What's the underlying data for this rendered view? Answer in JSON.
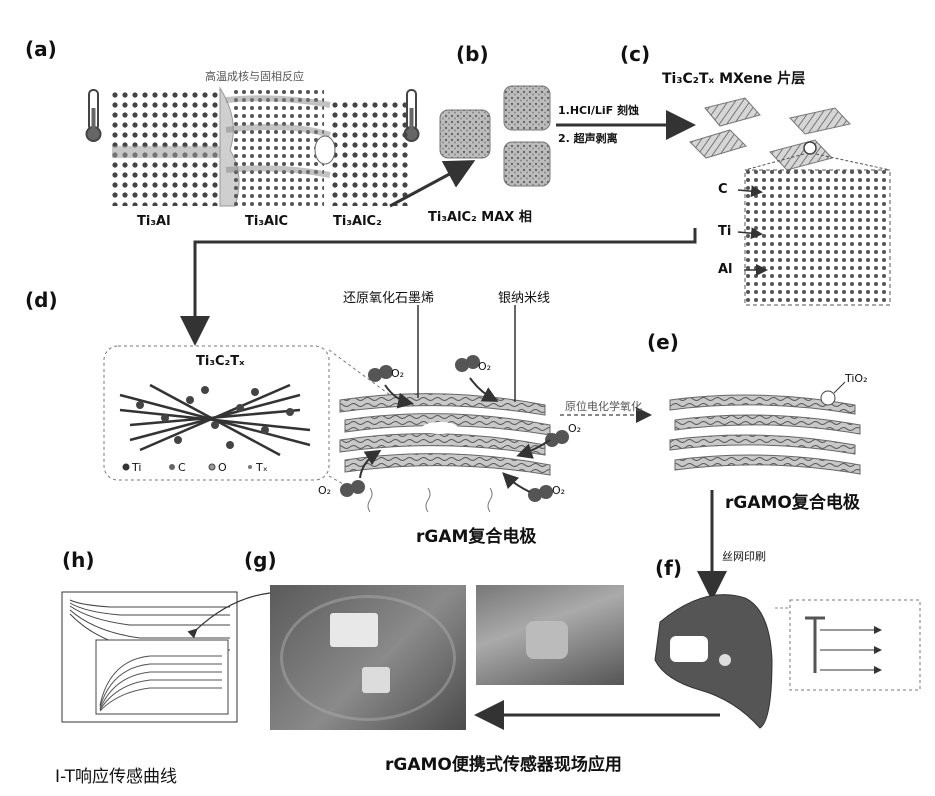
{
  "panels": {
    "a": "(a)",
    "b": "(b)",
    "c": "(c)",
    "d": "(d)",
    "e": "(e)",
    "f": "(f)",
    "g": "(g)",
    "h": "(h)"
  },
  "a": {
    "caption": "高温成核与固相反应",
    "ti3al": "Ti₃Al",
    "ti3alc": "Ti₃AlC",
    "ti3alc2": "Ti₃AlC₂"
  },
  "b": {
    "label": "Ti₃AlC₂ MAX 相",
    "step1": "1.HCl/LiF 刻蚀",
    "step2": "2. 超声剥离"
  },
  "c": {
    "title": "Ti₃C₂Tₓ MXene 片层",
    "c_label": "C",
    "ti_label": "Ti",
    "al_label": "Al"
  },
  "d": {
    "inset_title": "Ti₃C₂Tₓ",
    "legend_ti": "Ti",
    "legend_c": "C",
    "legend_o": "O",
    "legend_tx": "Tₓ",
    "rgo": "还原氧化石墨烯",
    "agnw": "银纳米线",
    "o2": "O₂",
    "process": "原位电化学氧化",
    "composite": "rGAM复合电极"
  },
  "e": {
    "tio2": "TiO₂",
    "composite": "rGAMO复合电极"
  },
  "f": {
    "screen_print": "丝网印刷"
  },
  "h": {
    "caption": "I-T响应传感曲线"
  },
  "g": {
    "caption": "rGAMO便携式传感器现场应用"
  }
}
